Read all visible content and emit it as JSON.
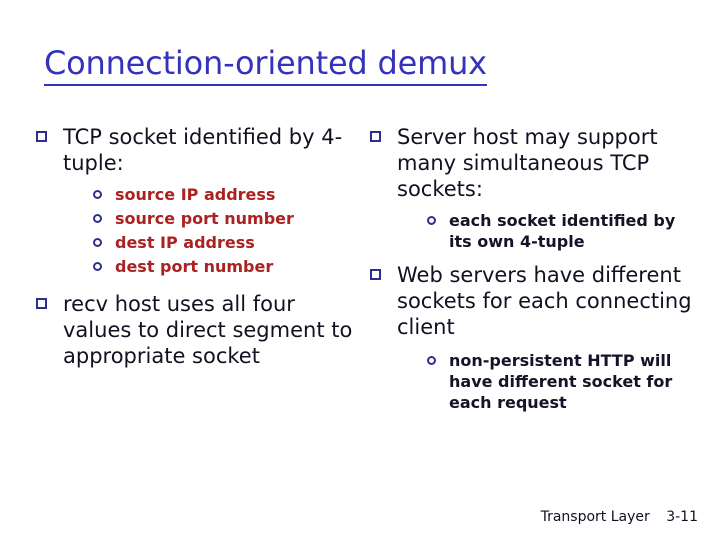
{
  "slide": {
    "title": "Connection-oriented demux",
    "title_color": "#3333bb",
    "background": "#ffffff",
    "bullet_square_color": "#2e2e8f",
    "bullet_circle_color": "#2e2e8f",
    "subbullet_red": "#aa2222",
    "body_color": "#111122"
  },
  "left_column": {
    "items": [
      {
        "text": "TCP socket identified by 4-tuple:",
        "subitems": [
          "source IP address",
          "source port number",
          "dest IP address",
          "dest port number"
        ]
      },
      {
        "text": "recv host uses all four values to direct segment to appropriate socket",
        "subitems": []
      }
    ]
  },
  "right_column": {
    "items": [
      {
        "text": "Server host may support many simultaneous TCP sockets:",
        "subitems": [
          "each socket identified by its own 4-tuple"
        ]
      },
      {
        "text": "Web servers have different sockets for each connecting client",
        "subitems": [
          "non-persistent HTTP will have different socket for each request"
        ]
      }
    ]
  },
  "footer": {
    "layer_label": "Transport Layer",
    "page_number": "3-11"
  }
}
